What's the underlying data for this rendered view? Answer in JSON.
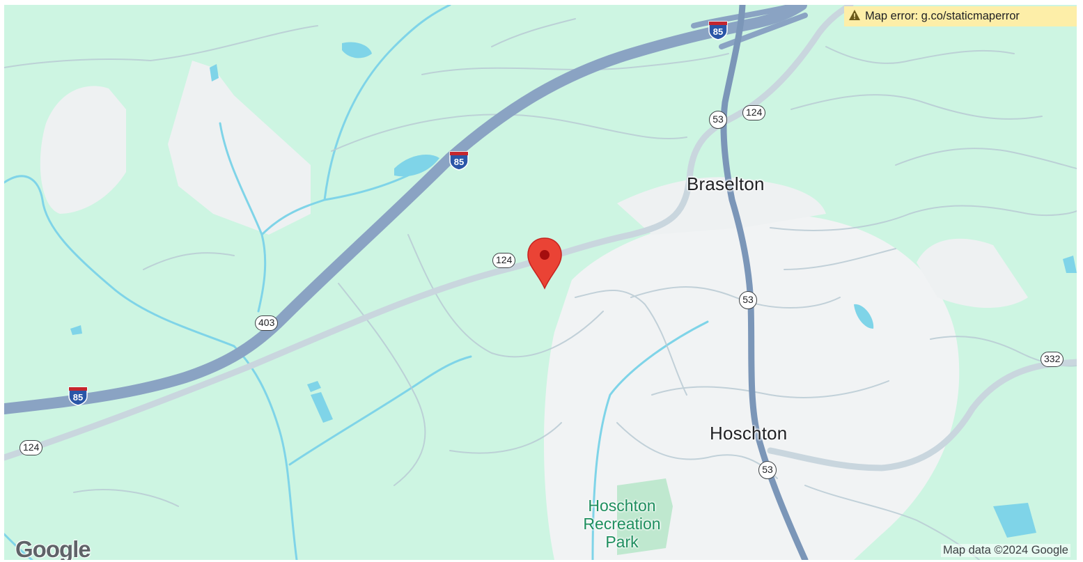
{
  "map": {
    "places": {
      "braselton": "Braselton",
      "hoschton": "Hoschton",
      "park": "Hoschton Recreation Park"
    },
    "shields": {
      "i85_a": "85",
      "i85_b": "85",
      "i85_c": "85",
      "sr124_a": "124",
      "sr124_b": "124",
      "sr124_c": "124",
      "sr53_a": "53",
      "sr53_b": "53",
      "sr53_c": "53",
      "sr403": "403",
      "sr332": "332"
    },
    "error_text": "Map error: g.co/staticmaperror",
    "logo": "Google",
    "attribution": "Map data ©2024 Google",
    "marker_icon": "map-pin-icon",
    "colors": {
      "land": "#cdf5e2",
      "urban": "#f1f3f4",
      "highway": "#8aa3c3",
      "road": "#c9d6de",
      "water": "#7fd4e8",
      "marker": "#ea4335",
      "error_bg": "#fdeea8"
    }
  }
}
